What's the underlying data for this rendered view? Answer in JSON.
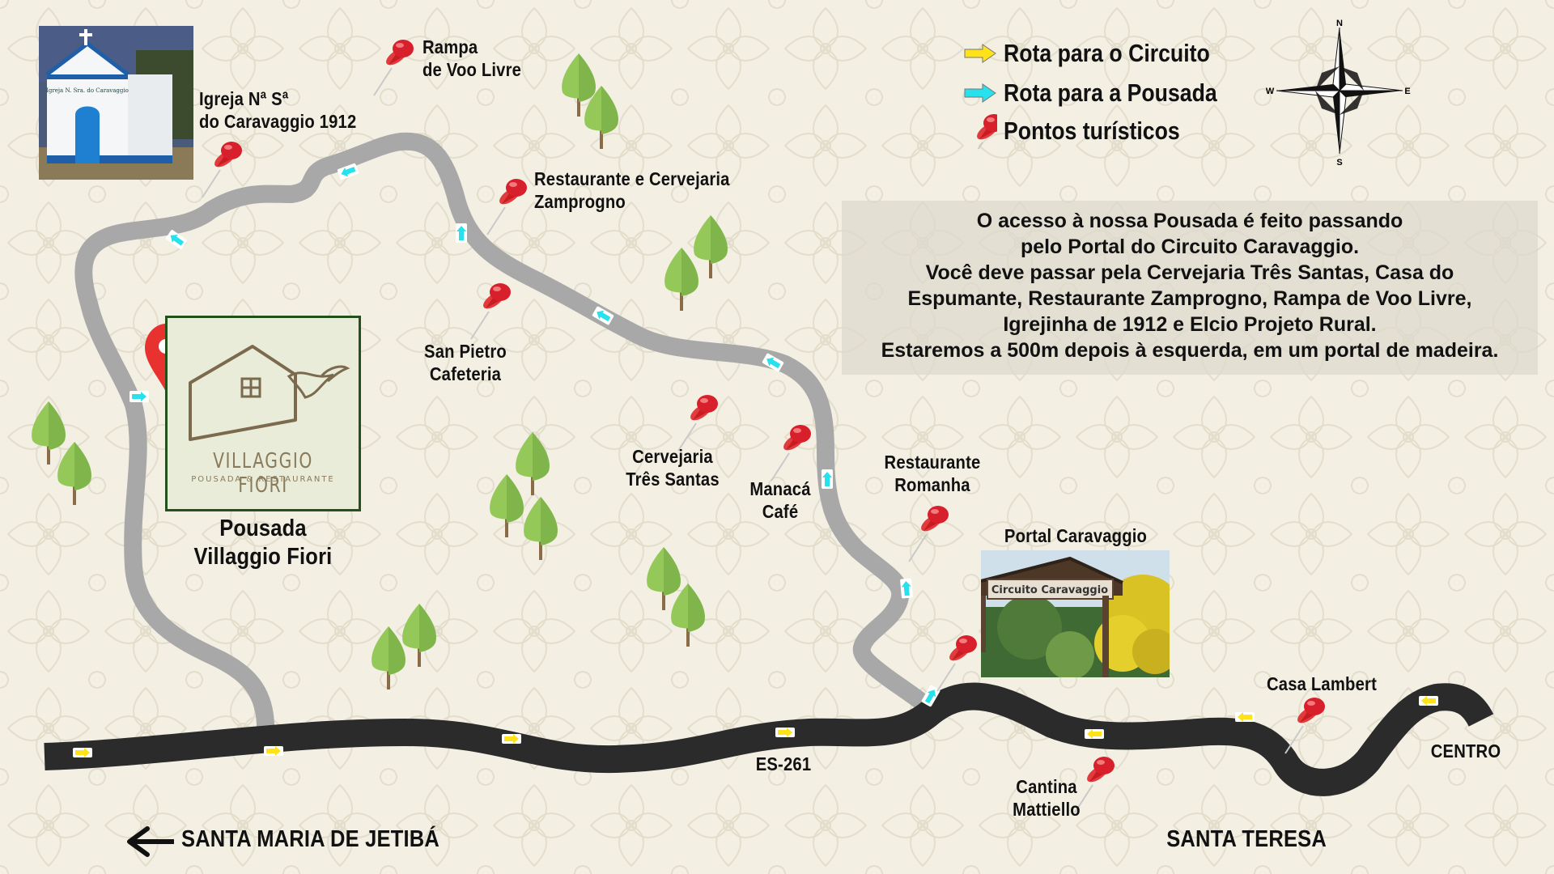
{
  "legend": {
    "circuit_label": "Rota para o Circuito",
    "pousada_label": "Rota para a Pousada",
    "tourist_label": "Pontos turísticos",
    "circuit_color": "#ffe21a",
    "pousada_color": "#27e1ec",
    "pin_color": "#d8202c"
  },
  "compass": {
    "n": "N",
    "s": "S",
    "e": "E",
    "w": "W"
  },
  "info": {
    "lines": [
      "O acesso à nossa Pousada é feito passando",
      "pelo Portal do Circuito Caravaggio.",
      "Você deve passar pela Cervejaria Três Santas, Casa do",
      "Espumante, Restaurante Zamprogno, Rampa de Voo Livre,",
      "Igrejinha de 1912 e Elcio Projeto Rural.",
      "Estaremos a 500m depois à esquerda, em um portal de madeira."
    ]
  },
  "pousada": {
    "logo_name": "VILLAGGIO FIORI",
    "logo_sub": "POUSADA & RESTAURANTE",
    "label_line1": "Pousada",
    "label_line2": "Villaggio Fiori",
    "marker_color": "#e8322f",
    "frame_color": "#24501c"
  },
  "places": {
    "igreja": [
      "Igreja Nª Sª",
      "do Caravaggio 1912"
    ],
    "rampa": [
      "Rampa",
      "de Voo Livre"
    ],
    "zamprogno": [
      "Restaurante e Cervejaria",
      "Zamprogno"
    ],
    "san_pietro": [
      "San Pietro",
      "Cafeteria"
    ],
    "tres_santas": [
      "Cervejaria",
      "Três Santas"
    ],
    "manaca": [
      "Manacá",
      "Café"
    ],
    "romanha": [
      "Restaurante",
      "Romanha"
    ],
    "portal": "Portal Caravaggio",
    "lambert": "Casa Lambert",
    "mattiello": [
      "Cantina",
      "Mattiello"
    ]
  },
  "photos": {
    "church_sign": "Igreja N. Sra. do Caravaggio",
    "portal_sign": "Circuito Caravaggio"
  },
  "roads": {
    "highway": "ES-261",
    "centro": "CENTRO",
    "santa_teresa": "SANTA TERESA",
    "santa_maria": "SANTA MARIA DE JETIBÁ",
    "highway_color": "#2b2b2b",
    "local_color": "#a8a8a8"
  }
}
